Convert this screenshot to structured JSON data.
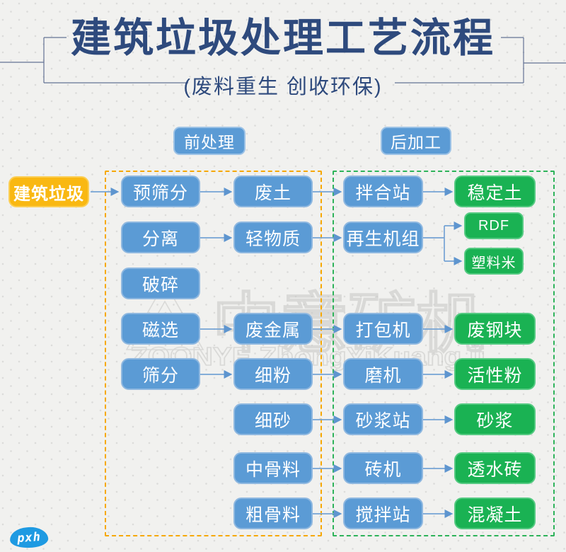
{
  "header": {
    "title": "建筑垃圾处理工艺流程",
    "subtitle": "(废料重生 创收环保)"
  },
  "sections": {
    "pre_label": "前处理",
    "post_label": "后加工"
  },
  "source_label": "建筑垃圾",
  "nodes": {
    "r1c1": "预筛分",
    "r1c2": "废土",
    "r1c3": "拌合站",
    "r1c4": "稳定土",
    "r2c1": "分离",
    "r2c2": "轻物质",
    "r2c3": "再生机组",
    "r2c4a": "RDF",
    "r2c4b": "塑料米",
    "r3c1": "破碎",
    "r4c1": "磁选",
    "r4c2": "废金属",
    "r4c3": "打包机",
    "r4c4": "废钢块",
    "r5c1": "筛分",
    "r5c2": "细粉",
    "r5c3": "磨机",
    "r5c4": "活性粉",
    "r6c2": "细砂",
    "r6c3": "砂浆站",
    "r6c4": "砂浆",
    "r7c2": "中骨料",
    "r7c3": "砖机",
    "r7c4": "透水砖",
    "r8c2": "粗骨料",
    "r8c3": "搅拌站",
    "r8c4": "混凝土"
  },
  "watermark": {
    "cn": "中意矿机",
    "en": "ZOONYE ZhongYiKuangJi"
  },
  "stamp": "pxh",
  "colors": {
    "title": "#2E4A7D",
    "frame_line": "#4A5C85",
    "node_blue": "#5B9BD5",
    "node_green": "#1AB253",
    "source_yellow": "#F9B812",
    "dash_orange": "#F6A800",
    "dash_green": "#2EB35A",
    "arrow": "#75A3D4",
    "stamp_blue": "#1E9AE2",
    "background": "#F1F1EF"
  }
}
